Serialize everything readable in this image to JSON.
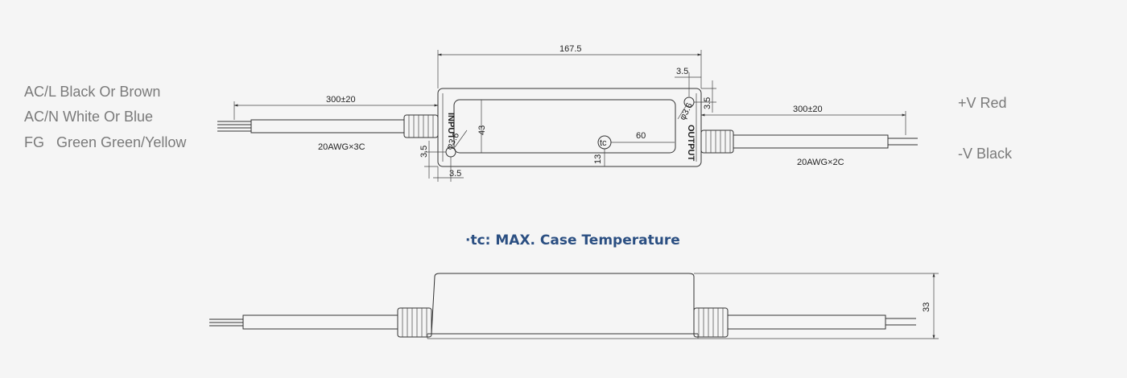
{
  "input_wiring": {
    "acl": "AC/L Black Or Brown",
    "acn": "AC/N White Or Blue",
    "fg": "FG   Green Green/Yellow"
  },
  "output_wiring": {
    "vpos": "+V Red",
    "vneg": "-V Black"
  },
  "dimensions": {
    "total_length": "167.5",
    "input_cable_length": "300±20",
    "output_cable_length": "300±20",
    "input_cable_spec": "20AWG×3C",
    "output_cable_spec": "20AWG×2C",
    "width": "43",
    "tc_offset_x": "60",
    "tc_offset_y": "13",
    "hole_offset_top": "3.5",
    "hole_offset_side_top": "3.5",
    "hole_offset_left": "3.5",
    "hole_offset_bottom": "3.5",
    "hole_dia_input": "φ3.6",
    "hole_dia_output": "φ3.6",
    "height": "33"
  },
  "labels": {
    "input": "INPUT",
    "output": "OUTPUT",
    "tc": "tc"
  },
  "caption": "·tc: MAX. Case Temperature"
}
